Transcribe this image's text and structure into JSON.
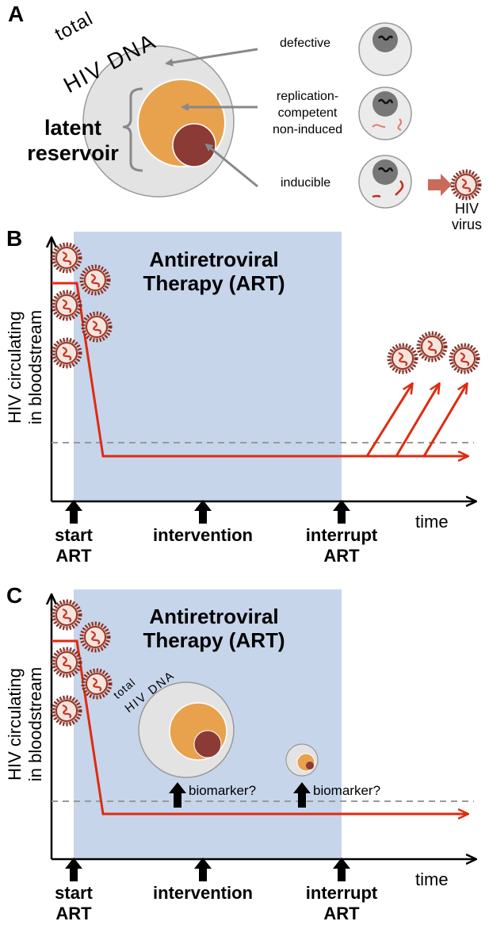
{
  "panel_a": {
    "letter": "A",
    "total_label_1": "total",
    "total_label_2": "HIV DNA",
    "latent_label_1": "latent",
    "latent_label_2": "reservoir",
    "defective": "defective",
    "replication_1": "replication-",
    "replication_2": "competent",
    "replication_3": "non-induced",
    "inducible": "inducible",
    "hiv_1": "HIV",
    "hiv_2": "virus",
    "colors": {
      "outer": "#e3e3e3",
      "orange": "#e8a24e",
      "dark": "#8b3a36",
      "arrow": "#888888",
      "virus_red": "#cc3322"
    }
  },
  "panel_b": {
    "letter": "B",
    "ylabel_1": "HIV circulating",
    "ylabel_2": "in bloodstream",
    "art_1": "Antiretroviral",
    "art_2": "Therapy (ART)",
    "start_1": "start",
    "start_2": "ART",
    "intervention": "intervention",
    "interrupt_1": "interrupt",
    "interrupt_2": "ART",
    "time": "time",
    "colors": {
      "art_band": "#c6d5ea",
      "curve": "#e02a10",
      "dashed": "#999999"
    }
  },
  "panel_c": {
    "letter": "C",
    "ylabel_1": "HIV circulating",
    "ylabel_2": "in bloodstream",
    "art_1": "Antiretroviral",
    "art_2": "Therapy (ART)",
    "total_1": "total",
    "total_2": "HIV DNA",
    "biomarker_1": "biomarker?",
    "biomarker_2": "biomarker?",
    "start_1": "start",
    "start_2": "ART",
    "intervention": "intervention",
    "interrupt_1": "interrupt",
    "interrupt_2": "ART",
    "time": "time"
  }
}
